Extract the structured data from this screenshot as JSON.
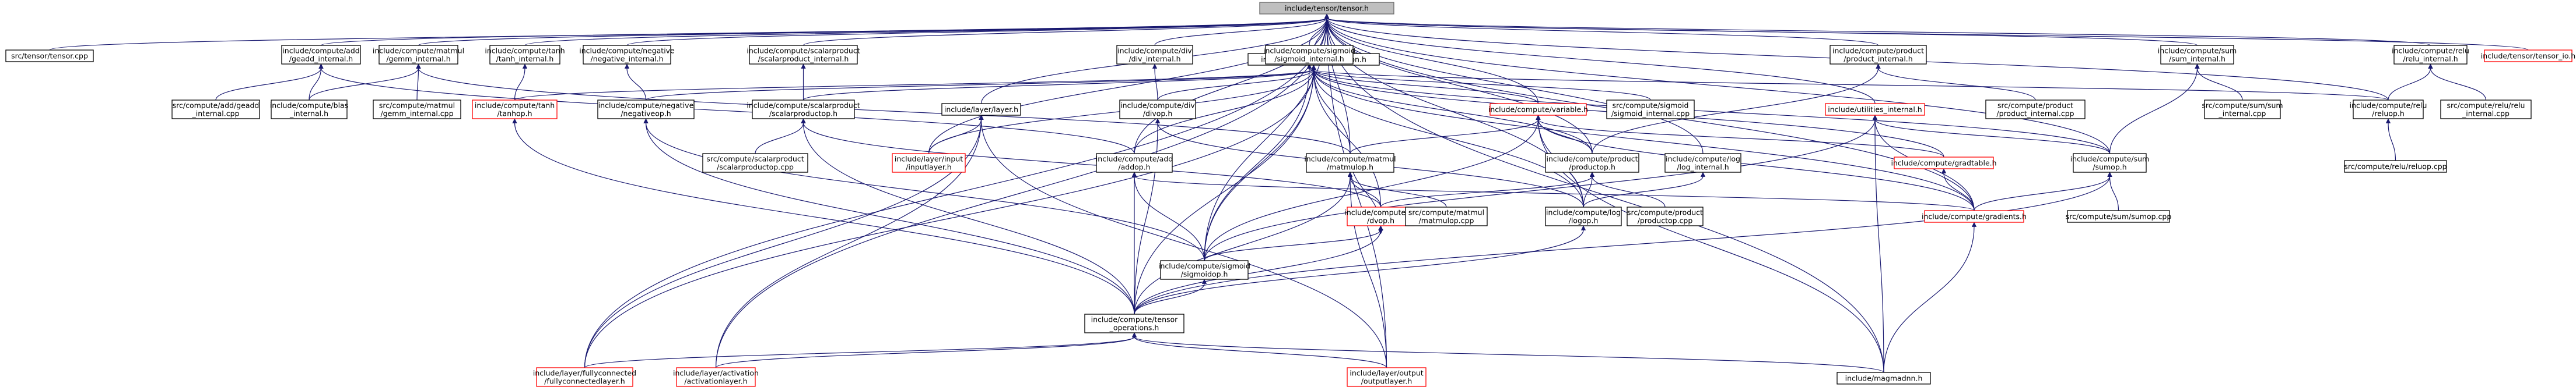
{
  "graph": {
    "title": "include/tensor/tensor.h",
    "colors": {
      "edge": "#191970",
      "normal_border": "#000000",
      "missing_border": "#ff0000",
      "root_fill": "#bfbfbf"
    },
    "nodes": [
      {
        "id": "root",
        "lines": [
          "include/tensor/tensor.h"
        ],
        "style": "root"
      },
      {
        "id": "tensorcpp",
        "lines": [
          "src/tensor/tensor.cpp"
        ],
        "style": "normal"
      },
      {
        "id": "add_int",
        "lines": [
          "include/compute/add",
          "/geadd_internal.h"
        ],
        "style": "normal"
      },
      {
        "id": "matmul_int",
        "lines": [
          "include/compute/matmul",
          "/gemm_internal.h"
        ],
        "style": "normal"
      },
      {
        "id": "tanh_int",
        "lines": [
          "include/compute/tanh",
          "/tanh_internal.h"
        ],
        "style": "normal"
      },
      {
        "id": "neg_int",
        "lines": [
          "include/compute/negative",
          "/negative_internal.h"
        ],
        "style": "normal"
      },
      {
        "id": "scal_int",
        "lines": [
          "include/compute/scalarproduct",
          "/scalarproduct_internal.h"
        ],
        "style": "normal"
      },
      {
        "id": "div_int",
        "lines": [
          "include/compute/div",
          "/div_internal.h"
        ],
        "style": "normal"
      },
      {
        "id": "operation",
        "lines": [
          "include/compute/operation.h"
        ],
        "style": "normal"
      },
      {
        "id": "sig_int",
        "lines": [
          "include/compute/sigmoid",
          "/sigmoid_internal.h"
        ],
        "style": "normal"
      },
      {
        "id": "prod_int",
        "lines": [
          "include/compute/product",
          "/product_internal.h"
        ],
        "style": "normal"
      },
      {
        "id": "sum_int",
        "lines": [
          "include/compute/sum",
          "/sum_internal.h"
        ],
        "style": "normal"
      },
      {
        "id": "relu_int",
        "lines": [
          "include/compute/relu",
          "/relu_internal.h"
        ],
        "style": "normal"
      },
      {
        "id": "tensor_io",
        "lines": [
          "include/tensor/tensor_io.h"
        ],
        "style": "missing"
      },
      {
        "id": "geadd_cpp",
        "lines": [
          "src/compute/add/geadd",
          "_internal.cpp"
        ],
        "style": "normal"
      },
      {
        "id": "blas",
        "lines": [
          "include/compute/blas",
          "_internal.h"
        ],
        "style": "normal"
      },
      {
        "id": "gemm_cpp",
        "lines": [
          "src/compute/matmul",
          "/gemm_internal.cpp"
        ],
        "style": "normal"
      },
      {
        "id": "tanhop",
        "lines": [
          "include/compute/tanh",
          "/tanhop.h"
        ],
        "style": "missing"
      },
      {
        "id": "negop",
        "lines": [
          "include/compute/negative",
          "/negativeop.h"
        ],
        "style": "normal"
      },
      {
        "id": "scalop",
        "lines": [
          "include/compute/scalarproduct",
          "/scalarproductop.h"
        ],
        "style": "normal"
      },
      {
        "id": "layer",
        "lines": [
          "include/layer/layer.h"
        ],
        "style": "normal"
      },
      {
        "id": "divop",
        "lines": [
          "include/compute/div",
          "/divop.h"
        ],
        "style": "normal"
      },
      {
        "id": "variable",
        "lines": [
          "include/compute/variable.h"
        ],
        "style": "missing"
      },
      {
        "id": "sig_cpp",
        "lines": [
          "src/compute/sigmoid",
          "/sigmoid_internal.cpp"
        ],
        "style": "normal"
      },
      {
        "id": "utilities",
        "lines": [
          "include/utilities_internal.h"
        ],
        "style": "missing"
      },
      {
        "id": "prod_cpp",
        "lines": [
          "src/compute/product",
          "/product_internal.cpp"
        ],
        "style": "normal"
      },
      {
        "id": "sum_cpp",
        "lines": [
          "src/compute/sum/sum",
          "_internal.cpp"
        ],
        "style": "normal"
      },
      {
        "id": "reluop",
        "lines": [
          "include/compute/relu",
          "/reluop.h"
        ],
        "style": "normal"
      },
      {
        "id": "relu_cpp",
        "lines": [
          "src/compute/relu/relu",
          "_internal.cpp"
        ],
        "style": "normal"
      },
      {
        "id": "scal_cpp",
        "lines": [
          "src/compute/scalarproduct",
          "/scalarproductop.cpp"
        ],
        "style": "normal"
      },
      {
        "id": "inputlayer",
        "lines": [
          "include/layer/input",
          "/inputlayer.h"
        ],
        "style": "missing"
      },
      {
        "id": "addop",
        "lines": [
          "include/compute/add",
          "/addop.h"
        ],
        "style": "normal"
      },
      {
        "id": "matmulop",
        "lines": [
          "include/compute/matmul",
          "/matmulop.h"
        ],
        "style": "normal"
      },
      {
        "id": "productop",
        "lines": [
          "include/compute/product",
          "/productop.h"
        ],
        "style": "normal"
      },
      {
        "id": "log_int",
        "lines": [
          "include/compute/log",
          "/log_internal.h"
        ],
        "style": "normal"
      },
      {
        "id": "gradtable",
        "lines": [
          "include/compute/gradtable.h"
        ],
        "style": "missing"
      },
      {
        "id": "sumop",
        "lines": [
          "include/compute/sum",
          "/sumop.h"
        ],
        "style": "normal"
      },
      {
        "id": "reluop_cpp",
        "lines": [
          "src/compute/relu/reluop.cpp"
        ],
        "style": "normal"
      },
      {
        "id": "dvop",
        "lines": [
          "include/compute/dv",
          "/dvop.h"
        ],
        "style": "missing"
      },
      {
        "id": "matmulop_cpp",
        "lines": [
          "src/compute/matmul",
          "/matmulop.cpp"
        ],
        "style": "normal"
      },
      {
        "id": "logop",
        "lines": [
          "include/compute/log",
          "/logop.h"
        ],
        "style": "normal"
      },
      {
        "id": "productop_cpp",
        "lines": [
          "src/compute/product",
          "/productop.cpp"
        ],
        "style": "normal"
      },
      {
        "id": "gradients",
        "lines": [
          "include/compute/gradients.h"
        ],
        "style": "missing"
      },
      {
        "id": "sumop_cpp",
        "lines": [
          "src/compute/sum/sumop.cpp"
        ],
        "style": "normal"
      },
      {
        "id": "sigmoidop",
        "lines": [
          "include/compute/sigmoid",
          "/sigmoidop.h"
        ],
        "style": "normal"
      },
      {
        "id": "tensor_ops",
        "lines": [
          "include/compute/tensor",
          "_operations.h"
        ],
        "style": "normal"
      },
      {
        "id": "fclayer",
        "lines": [
          "include/layer/fullyconnected",
          "/fullyconnectedlayer.h"
        ],
        "style": "missing"
      },
      {
        "id": "actlayer",
        "lines": [
          "include/layer/activation",
          "/activationlayer.h"
        ],
        "style": "missing"
      },
      {
        "id": "outlayer",
        "lines": [
          "include/layer/output",
          "/outputlayer.h"
        ],
        "style": "missing"
      },
      {
        "id": "magmadnn",
        "lines": [
          "include/magmadnn.h"
        ],
        "style": "normal"
      }
    ]
  }
}
